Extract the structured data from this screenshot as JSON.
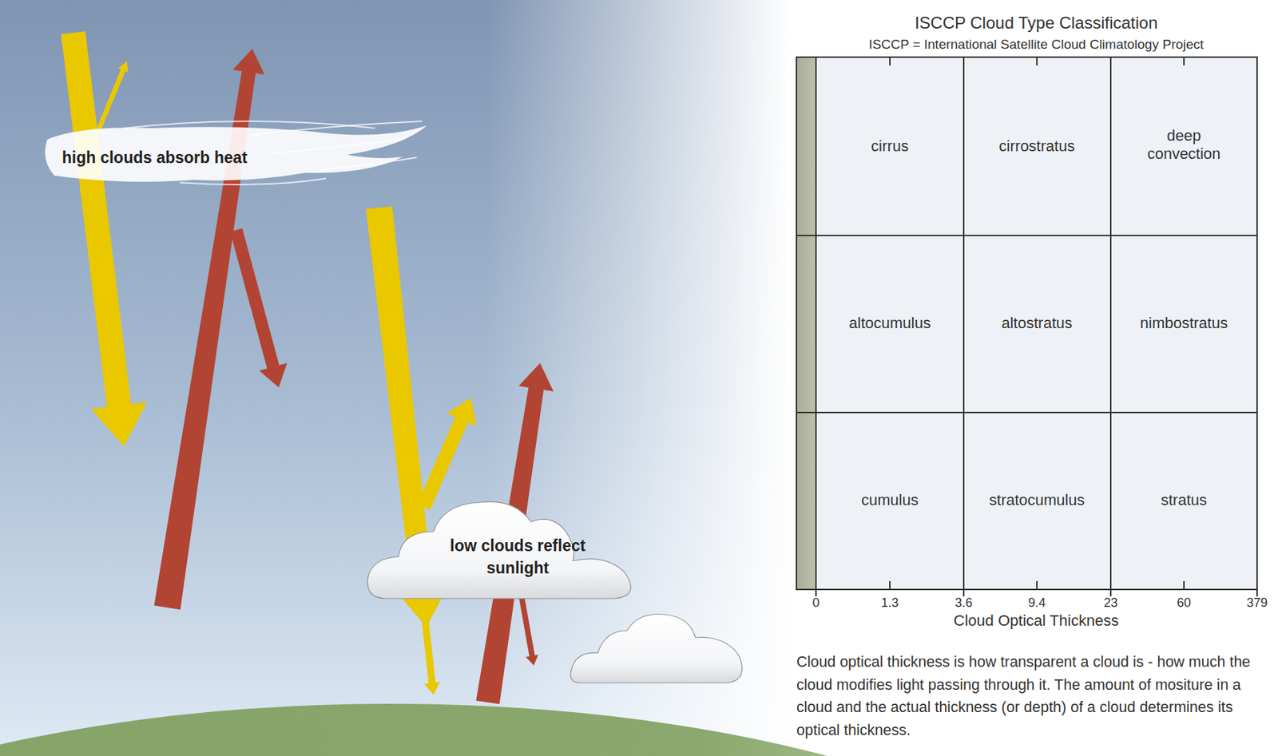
{
  "diagram": {
    "title": "ISCCP Cloud Type Classification",
    "caption": "Cloud optical thickness is how transparent a cloud is - how much the cloud modifies light passing through it. The amount of mositure in a cloud and the actual thickness (or depth) of a cloud determines its optical thickness.",
    "nodes": [
      {
        "text": [
          "high clouds absorb heat"
        ]
      },
      {
        "text": [
          "low clouds reflect sunlight"
        ]
      }
    ],
    "labels": [
      "ISCCP = International Satellite Cloud Climatology Project",
      "cirrus",
      "cirrostratus",
      "deep convection",
      "altocumulus",
      "altostratus",
      "nimbostratus",
      "cumulus",
      "stratocumulus",
      "stratus",
      "0",
      "1.3",
      "3.6",
      "9.4",
      "23",
      "60",
      "379",
      "Cloud Optical Thickness"
    ]
  }
}
